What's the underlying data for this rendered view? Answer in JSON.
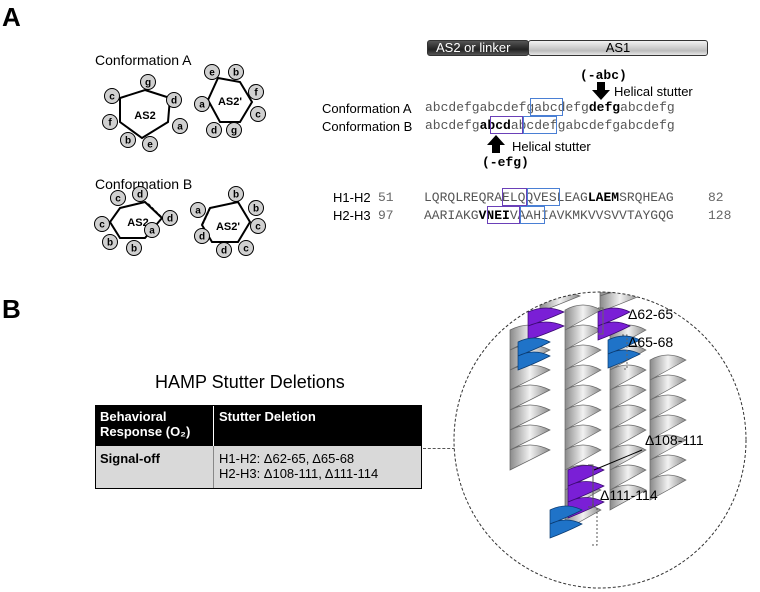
{
  "panels": {
    "a": "A",
    "b": "B"
  },
  "conformations": {
    "a_title": "Conformation A",
    "b_title": "Conformation B"
  },
  "wheels": {
    "a_left": {
      "label": "AS2",
      "letters": [
        "g",
        "d",
        "a",
        "e",
        "b",
        "f",
        "c"
      ]
    },
    "a_right": {
      "label": "AS2'",
      "letters": [
        "e",
        "b",
        "f",
        "c",
        "g",
        "d",
        "a"
      ]
    },
    "b_left": {
      "label": "AS2",
      "letters": [
        "c",
        "d",
        "d",
        "a",
        "b",
        "b",
        "c"
      ]
    },
    "b_right": {
      "label": "AS2'",
      "letters": [
        "b",
        "b",
        "c",
        "c",
        "d",
        "d",
        "a"
      ]
    }
  },
  "domain_bar": {
    "left": "AS2 or linker",
    "right": "AS1"
  },
  "stutter": {
    "abc": "(-abc)",
    "efg": "(-efg)",
    "label": "Helical stutter"
  },
  "heptads": {
    "row_a_label": "Conformation A",
    "row_b_label": "Conformation B",
    "row_a": {
      "pre": "abcdefgabcdefg",
      "box1": "abcd",
      "mid": "efg",
      "bold": "defg",
      "post": "abcdefg"
    },
    "row_b": {
      "pre": "abcdefg",
      "bold": "abcd",
      "box1": "abcd",
      "post": "efgabcdefgabcdefg"
    }
  },
  "sequences": {
    "h1h2": {
      "name": "H1-H2",
      "start": "51",
      "pre": "LQRQLREQRAE",
      "box_p": "LQQ",
      "box_b": "VESL",
      "mid": "EAG",
      "bold": "LAEM",
      "post": "SRQHEAG",
      "end": "82"
    },
    "h2h3": {
      "name": "H2-H3",
      "start": "97",
      "pre": "AARIAKG",
      "bold": "VNEI",
      "box_p": "VAAH",
      "box_b": "IAV",
      "post": "KMKVVSVVTAYGQG",
      "end": "128"
    }
  },
  "table": {
    "title": "HAMP Stutter Deletions",
    "header_col1_line1": "Behavioral",
    "header_col1_line2": "Response (O₂)",
    "header_col2": "Stutter Deletion",
    "row_col1": "Signal-off",
    "row_line1": "H1-H2: Δ62-65, Δ65-68",
    "row_line2": "H2-H3: Δ108-111, Δ111-114"
  },
  "structure_labels": {
    "d1": "Δ62-65",
    "d2": "Δ65-68",
    "d3": "Δ108-111",
    "d4": "Δ111-114"
  },
  "colors": {
    "purple": "#7a1fd6",
    "blue": "#1f73c8",
    "box_blue": "#4a7fd4",
    "box_purple": "#6a40b8"
  }
}
